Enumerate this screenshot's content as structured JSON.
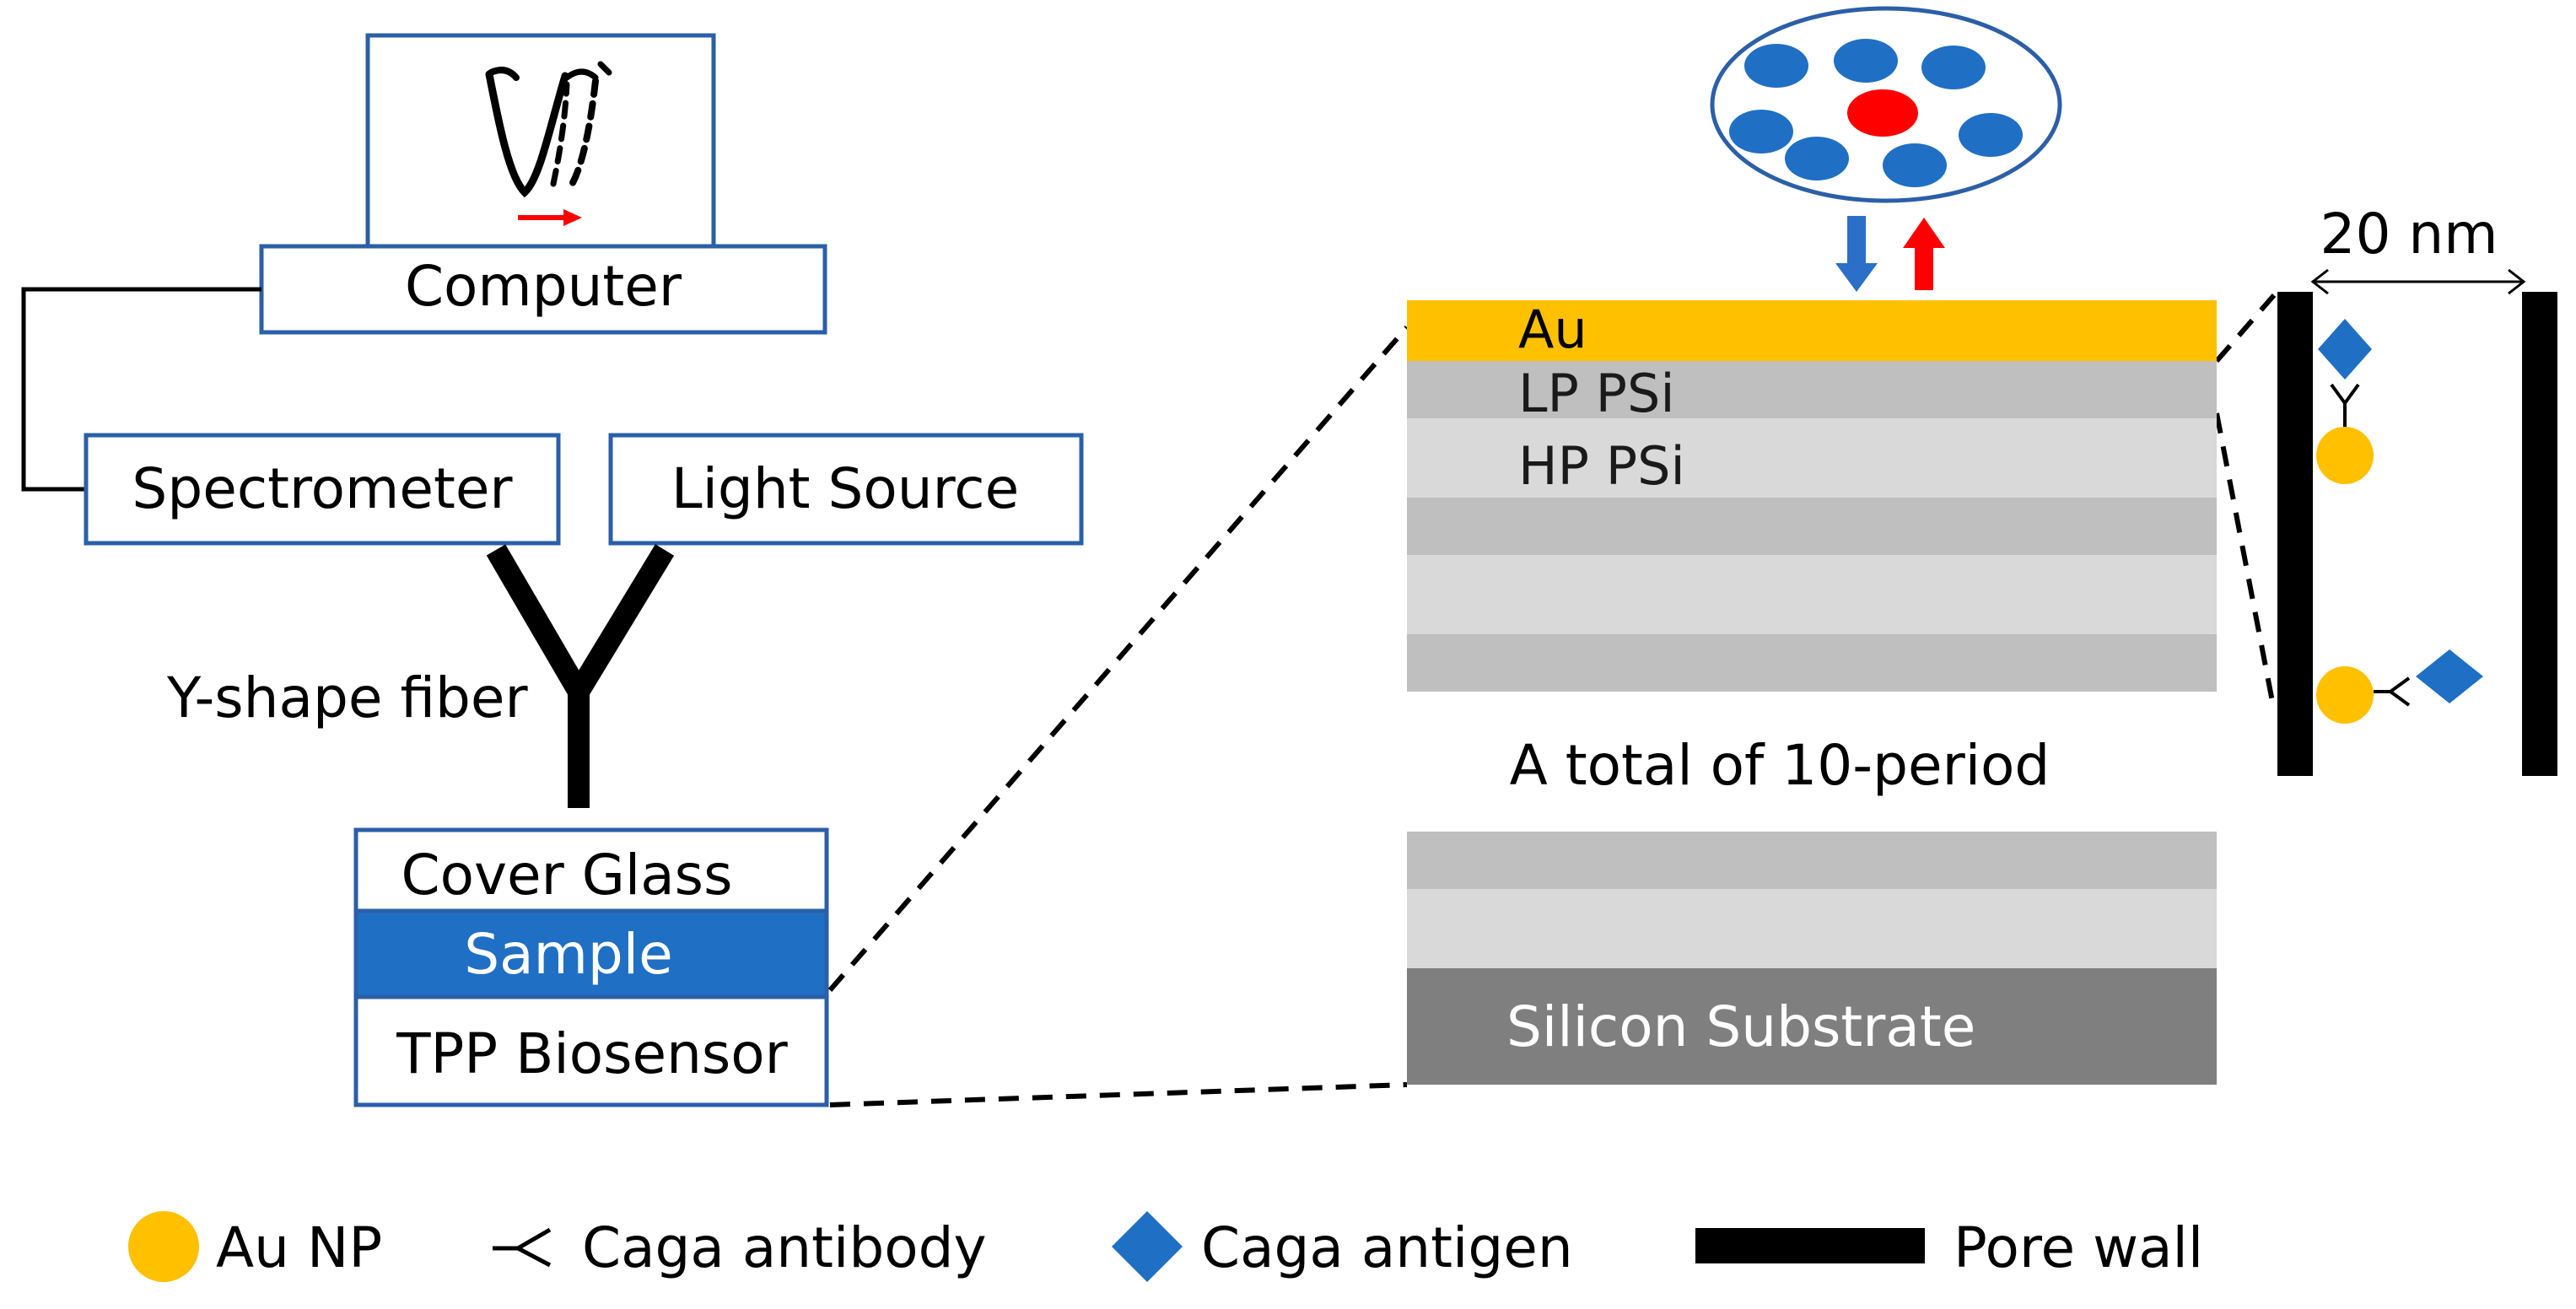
{
  "setup": {
    "computer": "Computer",
    "spectrometer": "Spectrometer",
    "light_source": "Light Source",
    "fiber": "Y-shape fiber",
    "cover_glass": "Cover Glass",
    "sample": "Sample",
    "biosensor": "TPP Biosensor"
  },
  "layers": {
    "au": "Au",
    "lp": "LP PSi",
    "hp": "HP PSi",
    "period_note": "A total of 10-period",
    "substrate": "Silicon Substrate"
  },
  "pore": {
    "width": "20 nm"
  },
  "legend": {
    "au_np": "Au NP",
    "antibody": "Caga antibody",
    "antigen": "Caga antigen",
    "pore_wall": "Pore wall"
  },
  "colors": {
    "box_border": "#2b5fa8",
    "sample_fill": "#1f6fc4",
    "gold_layer": "#ffc000",
    "particle_blue": "#1f6fc4",
    "particle_red": "#ff0000",
    "lp_layer": "#bfbfbf",
    "hp_layer": "#d9d9d9",
    "substrate": "#7f7f7f",
    "nanoparticle": "#ffc000"
  }
}
